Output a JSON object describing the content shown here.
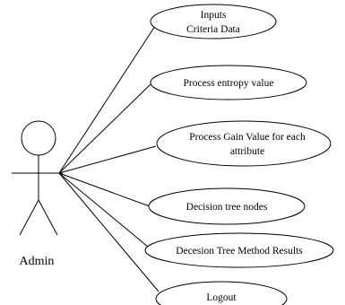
{
  "actor": {
    "label": "Admin"
  },
  "use_cases": [
    {
      "lines": [
        "Inputs",
        "Criteria Data"
      ]
    },
    {
      "lines": [
        "Process entropy value"
      ]
    },
    {
      "lines": [
        "Process Gain Value for each",
        "attribute"
      ]
    },
    {
      "lines": [
        "Decision tree nodes"
      ]
    },
    {
      "lines": [
        "Decesion Tree Method Results"
      ]
    },
    {
      "lines": [
        "Logout"
      ]
    }
  ]
}
